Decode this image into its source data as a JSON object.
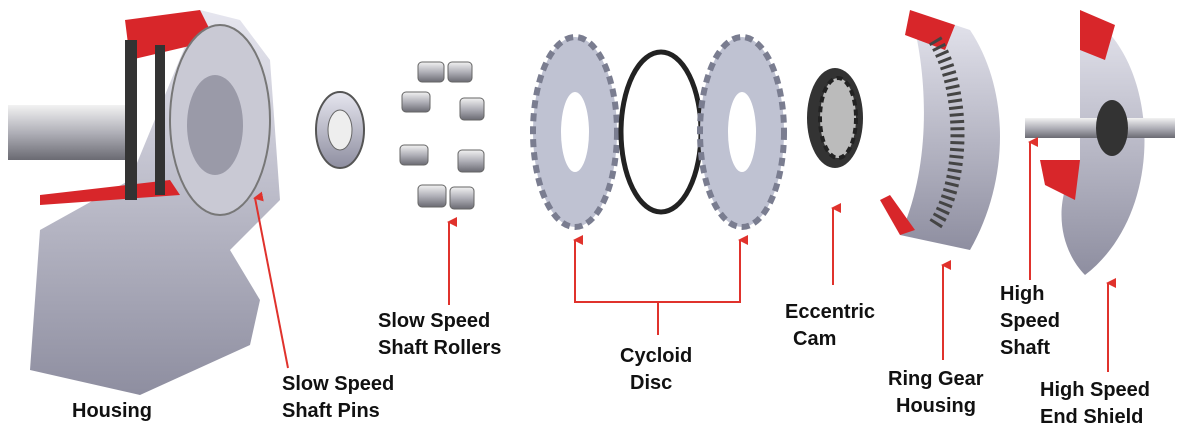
{
  "labels": {
    "housing": "Housing",
    "pins": [
      "Slow Speed",
      "Shaft Pins"
    ],
    "rollers": [
      "Slow Speed",
      "Shaft Rollers"
    ],
    "cycloid": [
      "Cycloid",
      "Disc"
    ],
    "cam": [
      "Eccentric",
      "Cam"
    ],
    "ring_gear": [
      "Ring Gear",
      "Housing"
    ],
    "hs_shaft": [
      "High",
      "Speed",
      "Shaft"
    ],
    "end_shield": [
      "High Speed",
      "End Shield"
    ]
  },
  "colors": {
    "arrow": "#e0322c",
    "metal": "#b8b8c8",
    "cutaway": "#d8262a"
  }
}
